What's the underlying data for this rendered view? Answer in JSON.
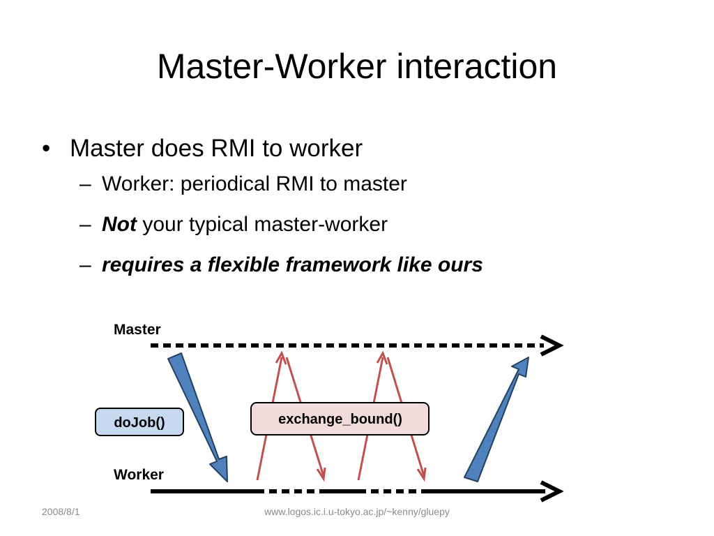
{
  "slide": {
    "title": "Master-Worker interaction",
    "bullets": {
      "main": "Master does RMI to worker",
      "sub1": "Worker: periodical RMI to master",
      "sub2_emph": "Not",
      "sub2_rest": " your typical master-worker",
      "sub3": "requires a flexible framework like ours",
      "dash": "–",
      "dot": "•"
    }
  },
  "diagram": {
    "master_label": "Master",
    "worker_label": "Worker",
    "dojob_label": "doJob()",
    "exchange_label": "exchange_bound()",
    "colors": {
      "blue_fill": "#4f81bd",
      "blue_stroke": "#243f60",
      "red_arrow": "#c0504d",
      "dojob_box": "#c6d9f1",
      "exchange_box": "#f2dcdb"
    }
  },
  "footer": {
    "date": "2008/8/1",
    "url": "www.logos.ic.i.u-tokyo.ac.jp/~kenny/gluepy"
  }
}
